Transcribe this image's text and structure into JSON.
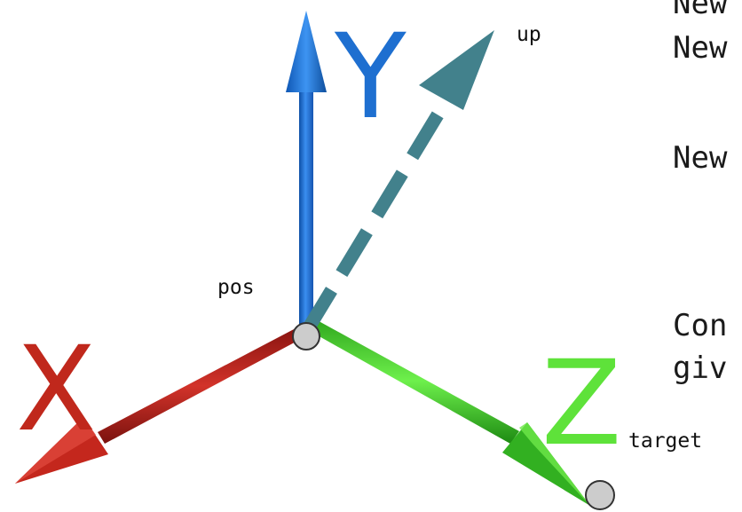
{
  "diagram": {
    "axes": {
      "x": {
        "letter": "X",
        "color": "#c0281c"
      },
      "y": {
        "letter": "Y",
        "color": "#1e6fd0"
      },
      "z": {
        "letter": "Z",
        "color": "#5ee23a"
      }
    },
    "labels": {
      "up": "up",
      "pos": "pos",
      "target": "target"
    },
    "up_vector_color": "#42818c",
    "point_color": "#cccccc",
    "right_text": [
      "New",
      "New",
      "New",
      "Con",
      "giv"
    ]
  }
}
